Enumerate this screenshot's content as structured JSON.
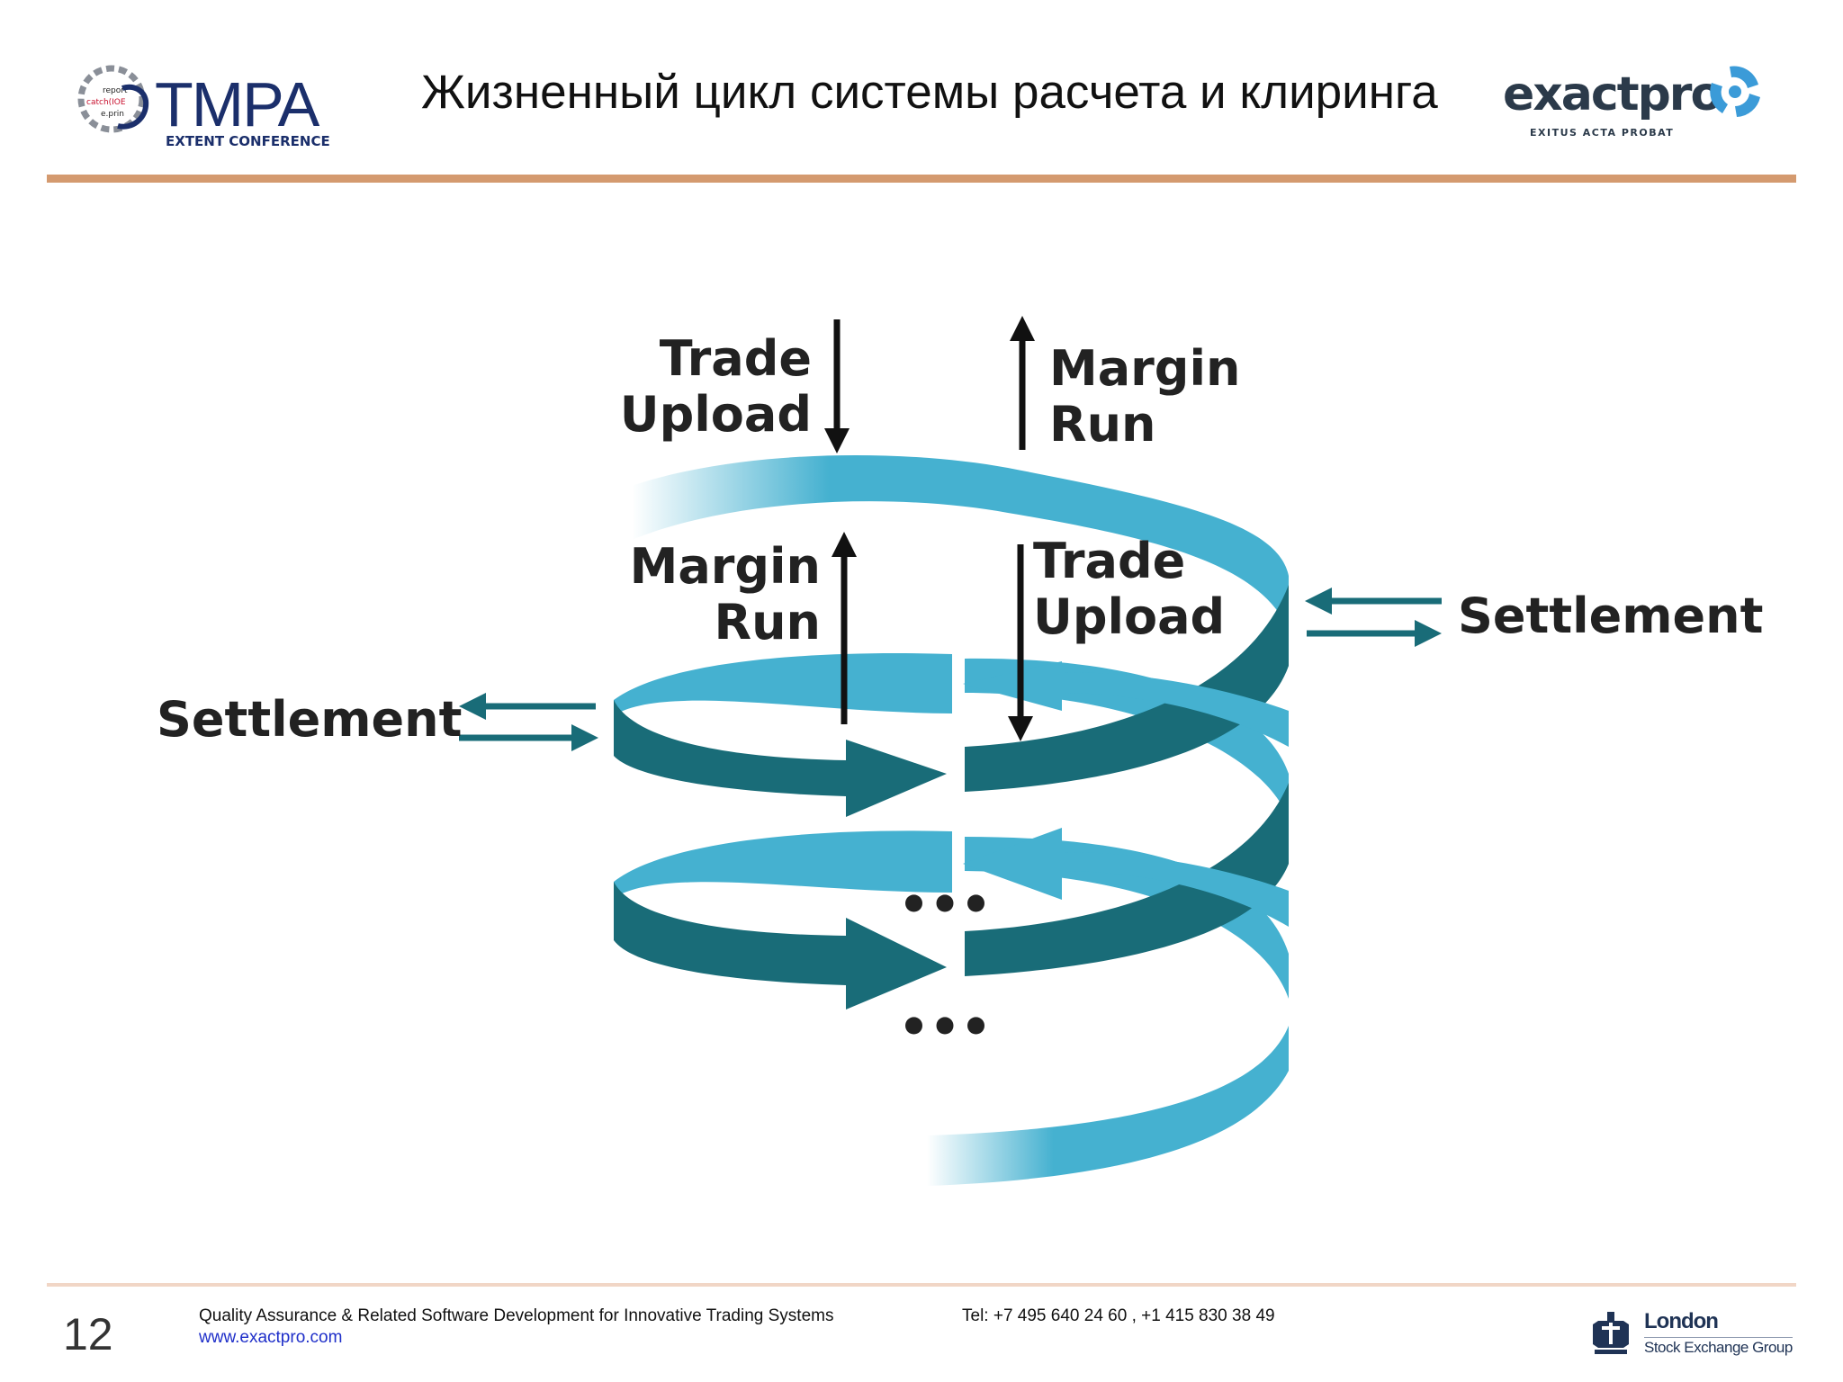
{
  "header": {
    "title": "Жизненный цикл системы расчета и клиринга",
    "tmpa_logo": {
      "wordmark": "TMPA",
      "subtitle": "EXTENT CONFERENCE",
      "lines": [
        "report",
        "catch(IOE",
        "e.prin"
      ]
    },
    "exactpro_logo": {
      "wordmark": "exactpro",
      "tagline": "EXITUS ACTA PROBAT"
    }
  },
  "diagram": {
    "top_left": {
      "line1": "Trade",
      "line2": "Upload"
    },
    "top_right": {
      "line1": "Margin",
      "line2": "Run"
    },
    "mid_left": {
      "line1": "Margin",
      "line2": "Run"
    },
    "mid_right": {
      "line1": "Trade",
      "line2": "Upload"
    },
    "settlement_left": "Settlement",
    "settlement_right": "Settlement",
    "ellipsis_1": "•••",
    "ellipsis_2": "•••",
    "colors": {
      "ribbon_light": "#45b1d0",
      "ribbon_dark": "#196c78",
      "arrow": "#111111"
    }
  },
  "footer": {
    "page_number": "12",
    "tagline": "Quality Assurance & Related Software Development  for Innovative Trading Systems",
    "url": "www.exactpro.com",
    "phone": "Tel: +7 495 640 24 60 ,  +1 415 830 38 49",
    "lse_name": "London",
    "lse_sub": "Stock Exchange Group"
  }
}
